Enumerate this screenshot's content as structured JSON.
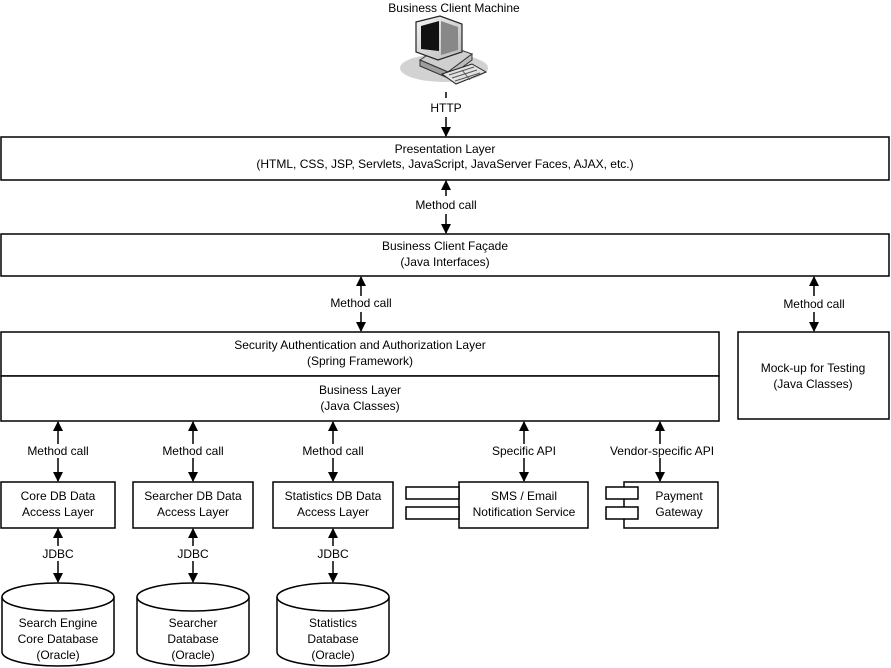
{
  "client": {
    "label": "Business Client Machine",
    "icon": "computer-icon"
  },
  "connections": {
    "http": "HTTP",
    "presentation_to_facade": "Method call",
    "facade_to_security": "Method call",
    "facade_to_mockup": "Method call",
    "business_to_core_dal": "Method call",
    "business_to_searcher_dal": "Method call",
    "business_to_statistics_dal": "Method call",
    "business_to_sms": "Specific API",
    "business_to_payment": "Vendor-specific API",
    "core_dal_to_db": "JDBC",
    "searcher_dal_to_db": "JDBC",
    "statistics_dal_to_db": "JDBC"
  },
  "layers": {
    "presentation": {
      "title": "Presentation Layer",
      "subtitle": "(HTML, CSS, JSP, Servlets, JavaScript, JavaServer Faces, AJAX, etc.)"
    },
    "facade": {
      "title": "Business Client Façade",
      "subtitle": "(Java Interfaces)"
    },
    "security": {
      "title": "Security Authentication and Authorization Layer",
      "subtitle": "(Spring Framework)"
    },
    "business": {
      "title": "Business Layer",
      "subtitle": "(Java Classes)"
    },
    "mockup": {
      "title": "Mock-up for Testing",
      "subtitle": "(Java Classes)"
    }
  },
  "data_access": {
    "core": [
      "Core DB Data",
      "Access Layer"
    ],
    "searcher": [
      "Searcher DB Data",
      "Access Layer"
    ],
    "statistics": [
      "Statistics DB Data",
      "Access Layer"
    ]
  },
  "services": {
    "sms": [
      "SMS / Email",
      "Notification Service"
    ],
    "payment": [
      "Payment",
      "Gateway"
    ]
  },
  "databases": {
    "core": [
      "Search Engine",
      "Core Database",
      "(Oracle)"
    ],
    "searcher": [
      "Searcher",
      "Database",
      "(Oracle)"
    ],
    "statistics": [
      "Statistics",
      "Database",
      "(Oracle)"
    ]
  }
}
